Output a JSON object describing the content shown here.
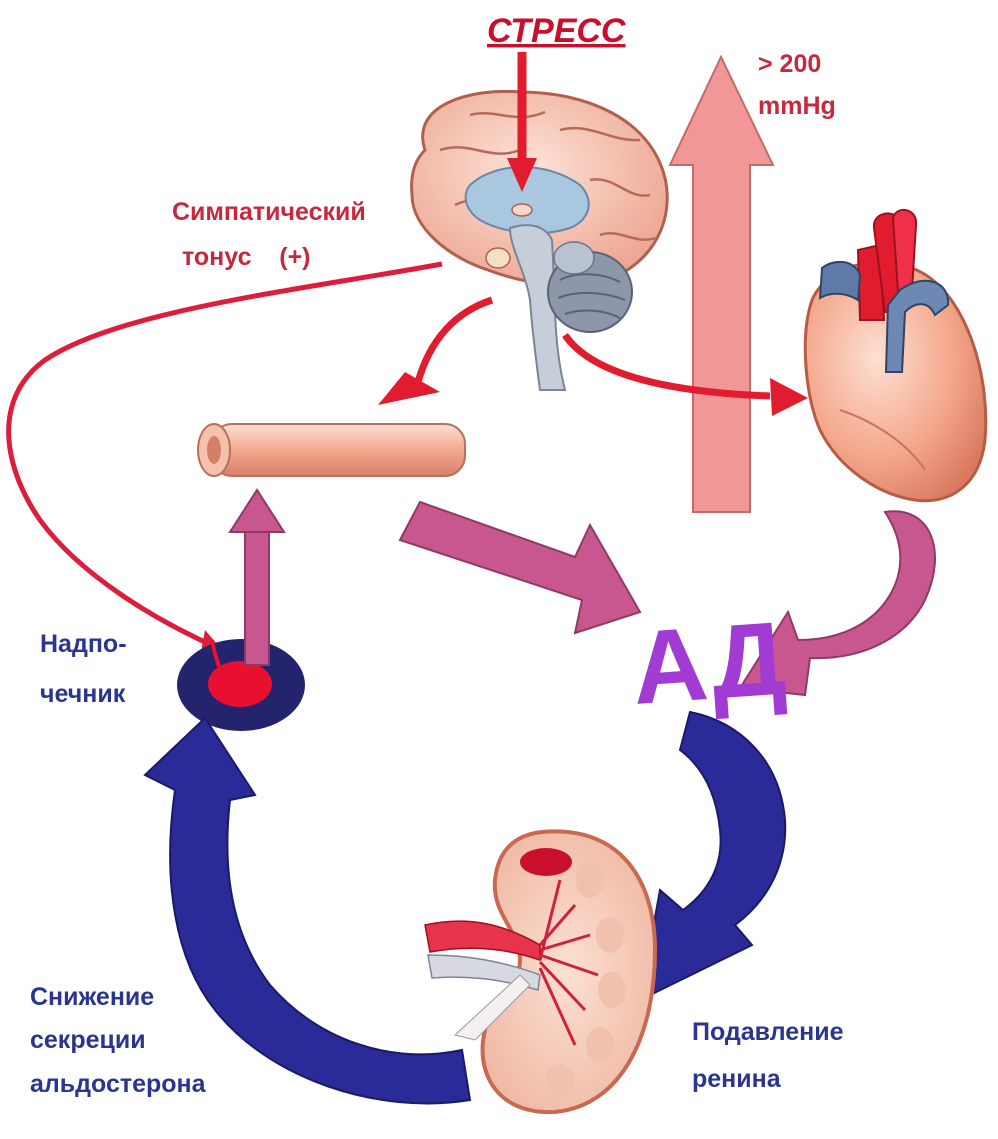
{
  "labels": {
    "stress": "СТРЕСС",
    "pressure_line1": "> 200",
    "pressure_line2": "mmHg",
    "sympathetic_line1": "Симпатический",
    "sympathetic_line2": "тонус    (+)",
    "adrenal_line1": "Надпо-",
    "adrenal_line2": "чечник",
    "ad": "АД",
    "aldosterone_line1": "Снижение",
    "aldosterone_line2": "секреции",
    "aldosterone_line3": "альдостерона",
    "renin_line1": "Подавление",
    "renin_line2": "ренина"
  },
  "colors": {
    "stress_red": "#c8102e",
    "sympathetic_red": "#dc1e3c",
    "pressure_arrow": "#f29797",
    "pink_arrow": "#c9578f",
    "blue_arrow": "#2a2a98",
    "ad_purple": "#a23bd3",
    "adrenal_blue": "#23236e",
    "adrenal_red": "#e8102e"
  },
  "icons": [
    "brain-icon",
    "heart-icon",
    "blood-vessel-icon",
    "adrenal-gland-icon",
    "kidney-icon"
  ]
}
